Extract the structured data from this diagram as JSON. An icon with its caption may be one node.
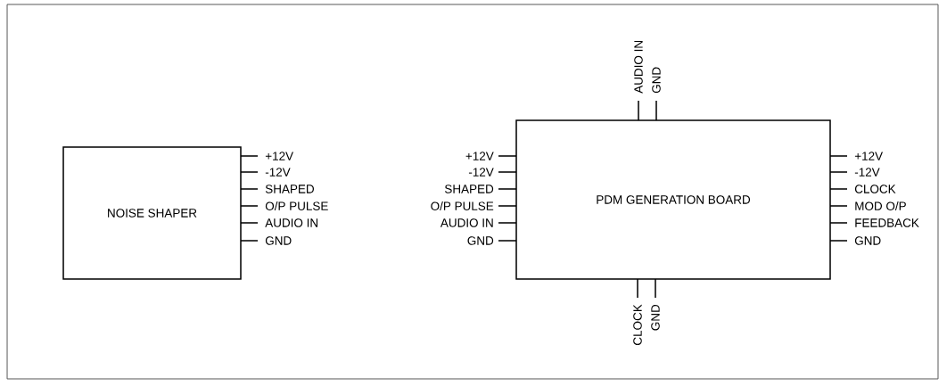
{
  "diagram": {
    "nodes": [
      {
        "text": [
          "NOISE SHAPER"
        ]
      },
      {
        "text": [
          "PDM GENERATION BOARD"
        ]
      }
    ],
    "edges": [],
    "labels": [
      "+12V",
      "-12V",
      "SHAPED",
      "O/P PULSE",
      "AUDIO IN",
      "GND",
      "AUDIO IN",
      "GND",
      "+12V",
      "-12V",
      "SHAPED",
      "O/P PULSE",
      "AUDIO IN",
      "GND",
      "+12V",
      "-12V",
      "CLOCK",
      "MOD O/P",
      "FEEDBACK",
      "GND",
      "CLOCK",
      "GND"
    ]
  }
}
